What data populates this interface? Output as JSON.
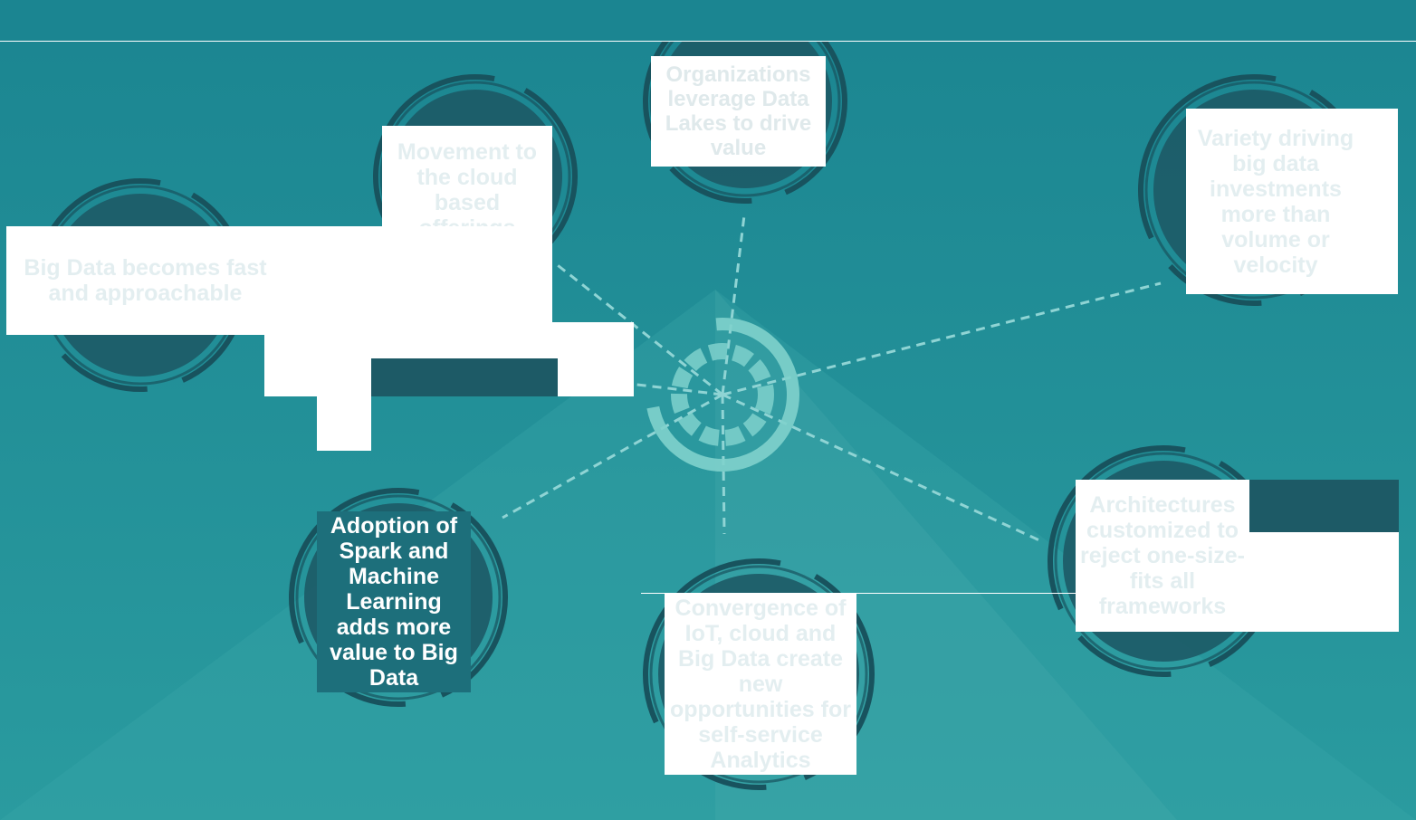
{
  "diagram": {
    "colors": {
      "background": "#1b8a93",
      "circle_fill": "#1d5a66",
      "ring": "#18535e",
      "dashed_line": "#8fd4d4",
      "hub": "#7fd1cc"
    },
    "hub": {
      "icon": "circular-progress-hub-icon"
    },
    "nodes": [
      {
        "id": "top",
        "text": "Organizations leverage Data Lakes to drive value"
      },
      {
        "id": "upper-left",
        "text": "Movement to the cloud based offerings"
      },
      {
        "id": "left",
        "text": "Big Data becomes fast and approachable"
      },
      {
        "id": "right",
        "text": "Variety driving big data investments more than volume or velocity"
      },
      {
        "id": "lower-left",
        "text": "Adoption of Spark and Machine Learning adds more value to Big Data"
      },
      {
        "id": "bottom",
        "text": "Convergence of IoT, cloud and Big Data create new opportunities for self-service Analytics"
      },
      {
        "id": "lower-right",
        "text": "Architectures customized to reject one-size-fits all frameworks"
      }
    ]
  }
}
